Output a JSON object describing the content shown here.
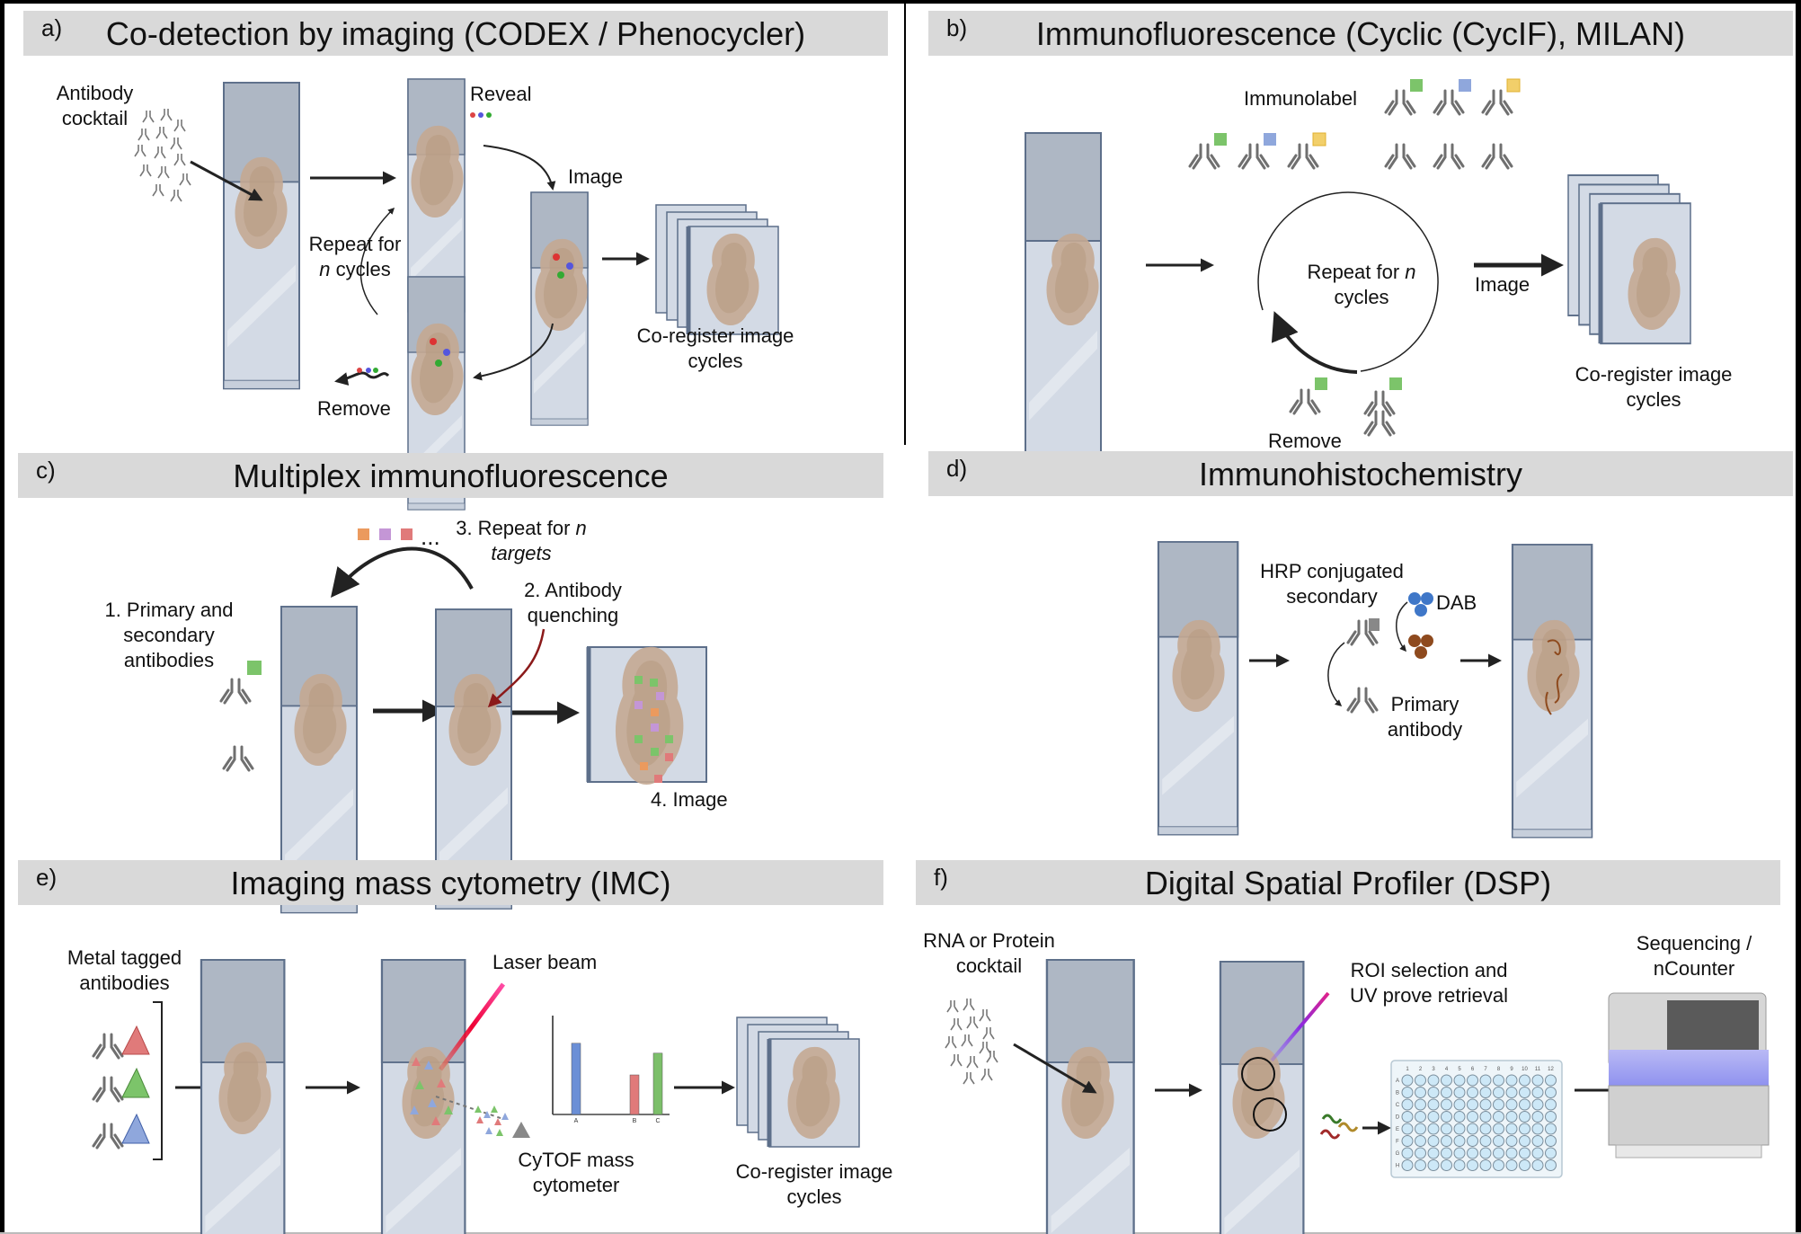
{
  "panels": [
    {
      "id": "a",
      "letter": "a)",
      "title": "Co-detection by imaging (CODEX / Phenocycler)",
      "labels": {
        "cocktail_1": "Antibody",
        "cocktail_2": "cocktail",
        "reveal": "Reveal",
        "image": "Image",
        "repeat_1": "Repeat for",
        "repeat_n": "n",
        "repeat_2": " cycles",
        "coreg_1": "Co-register image",
        "coreg_2": "cycles",
        "remove": "Remove"
      }
    },
    {
      "id": "b",
      "letter": "b)",
      "title": "Immunofluorescence (Cyclic (CycIF), MILAN)",
      "labels": {
        "immunolabel": "Immunolabel",
        "repeat_1": "Repeat for ",
        "repeat_n": "n",
        "repeat_2": "cycles",
        "image": "Image",
        "coreg_1": "Co-register image",
        "coreg_2": "cycles",
        "remove": "Remove"
      }
    },
    {
      "id": "c",
      "letter": "c)",
      "title": "Multiplex immunofluorescence",
      "labels": {
        "step1_1": "1. Primary and",
        "step1_2": "secondary",
        "step1_3": "antibodies",
        "step2_1": "2. Antibody",
        "step2_2": "quenching",
        "step3_1": "3. Repeat for ",
        "step3_n": "n",
        "step3_2": "targets",
        "ellipsis": "...",
        "step4": "4. Image"
      }
    },
    {
      "id": "d",
      "letter": "d)",
      "title": "Immunohistochemistry",
      "labels": {
        "hrp_1": "HRP conjugated",
        "hrp_2": "secondary",
        "dab": "DAB",
        "primary_1": "Primary",
        "primary_2": "antibody"
      }
    },
    {
      "id": "e",
      "letter": "e)",
      "title": "Imaging mass cytometry (IMC)",
      "labels": {
        "metal_1": "Metal tagged",
        "metal_2": "antibodies",
        "laser": "Laser beam",
        "cytof_1": "CyTOF mass",
        "cytof_2": "cytometer",
        "coreg_1": "Co-register image",
        "coreg_2": "cycles"
      },
      "spectrum": {
        "categories": [
          "A",
          "B",
          "C"
        ],
        "relative_values": [
          0.72,
          0.4,
          0.62
        ],
        "colors": [
          "#6b8fd6",
          "#e07a7a",
          "#7cbf6a"
        ]
      }
    },
    {
      "id": "f",
      "letter": "f)",
      "title": "Digital Spatial Profiler (DSP)",
      "labels": {
        "cocktail_1": "RNA or Protein",
        "cocktail_2": "cocktail",
        "roi_1": "ROI selection and",
        "roi_2": "UV prove retrieval",
        "seq_1": "Sequencing /",
        "seq_2": "nCounter"
      },
      "plate": {
        "columns": [
          "1",
          "2",
          "3",
          "4",
          "5",
          "6",
          "7",
          "8",
          "9",
          "10",
          "11",
          "12"
        ],
        "rows": [
          "A",
          "B",
          "C",
          "D",
          "E",
          "F",
          "G",
          "H"
        ]
      }
    }
  ],
  "colors": {
    "header_bg": "#d9d9d9",
    "slide_label": "#aeb7c4",
    "slide_glass": "#d3dae5",
    "slide_edge": "#5d6f8a",
    "tissue": "#c4a992",
    "antibody": "#6f6f6f",
    "green": "#7cc46a",
    "blue": "#8fa7dc",
    "yellow": "#f2cf6a",
    "red_tag": "#e07a7a",
    "orange": "#eb9a5e",
    "purple": "#c496d6",
    "dab_blue": "#3f77c8",
    "dab_brown": "#8e4a1e",
    "quench_arrow": "#8b1a1a",
    "well": "#cde8f7"
  }
}
